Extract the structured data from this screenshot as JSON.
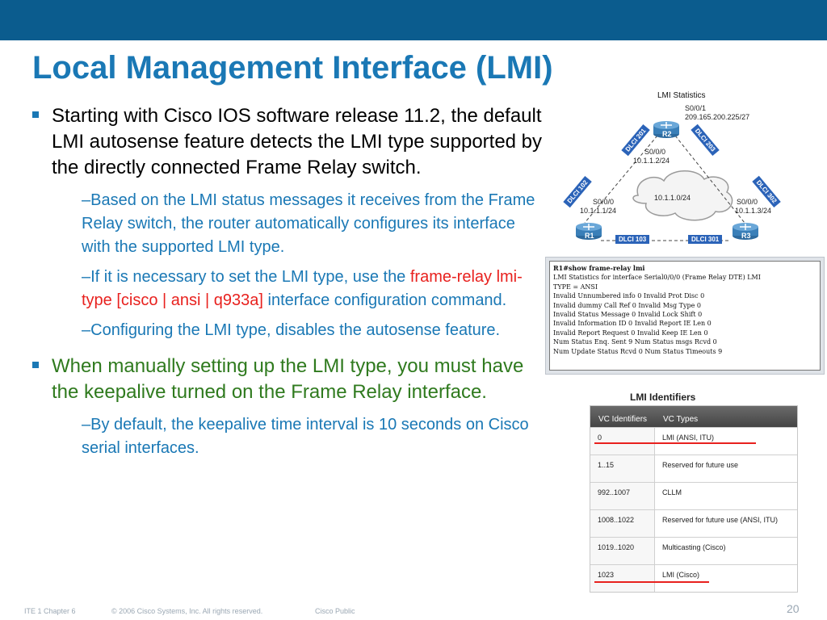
{
  "title": "Local Management Interface (LMI)",
  "bullets": {
    "b1": "Starting with Cisco IOS software release 11.2, the default LMI autosense feature detects the LMI type supported by the directly connected Frame Relay switch.",
    "b1_1": "–Based on the LMI status messages it receives from the Frame Relay switch, the router automatically configures its interface with the supported LMI type.",
    "b1_2_pre": "–If it is necessary to set the LMI type, use the ",
    "b1_2_cmd": "frame-relay lmi-type [cisco | ansi | q933a]",
    "b1_2_post": " interface configuration command.",
    "b1_3": "–Configuring the LMI type, disables the autosense feature.",
    "b2": "When manually setting up the LMI type, you must have the keepalive turned on the Frame Relay interface.",
    "b2_1": "–By default, the keepalive time interval is 10 seconds on Cisco serial interfaces."
  },
  "diagram": {
    "title": "LMI Statistics",
    "r2_iface": "S0/0/1",
    "r2_ip": "209.165.200.225/27",
    "r2_s000": "S0/0/0",
    "r2_s000_ip": "10.1.1.2/24",
    "cloud_net": "10.1.1.0/24",
    "r1_iface": "S0/0/0",
    "r1_ip": "10.1.1.1/24",
    "r3_iface": "S0/0/0",
    "r3_ip": "10.1.1.3/24",
    "r1": "R1",
    "r2": "R2",
    "r3": "R3",
    "dlci_201": "DLCI 201",
    "dlci_203": "DLCI 203",
    "dlci_102": "DLCI 102",
    "dlci_302": "DLCI 302",
    "dlci_103": "DLCI 103",
    "dlci_301": "DLCI 301"
  },
  "terminal": {
    "command": "R1#show frame-relay lmi",
    "output": "LMI Statistics for interface Serial0/0/0 (Frame Relay DTE) LMI\nTYPE = ANSI\nInvalid Unnumbered info 0 Invalid Prot Disc 0\nInvalid dummy Call Ref 0 Invalid Msg Type 0\nInvalid Status Message 0 Invalid Lock Shift 0\nInvalid Information ID 0 Invalid Report IE Len 0\nInvalid Report Request 0 Invalid Keep IE Len 0\nNum Status Enq. Sent 9 Num Status msgs Rcvd 0\nNum Update Status Rcvd 0 Num Status Timeouts 9"
  },
  "identifiers": {
    "title": "LMI Identifiers",
    "headers": [
      "VC Identifiers",
      "VC Types"
    ],
    "rows": [
      {
        "id": "0",
        "type": "LMI (ANSI, ITU)"
      },
      {
        "id": "1..15",
        "type": "Reserved for future use"
      },
      {
        "id": "992..1007",
        "type": "CLLM"
      },
      {
        "id": "1008..1022",
        "type": "Reserved for future use (ANSI, ITU)"
      },
      {
        "id": "1019..1020",
        "type": "Multicasting (Cisco)"
      },
      {
        "id": "1023",
        "type": "LMI (Cisco)"
      }
    ]
  },
  "footer": {
    "course": "ITE 1 Chapter 6",
    "copyright": "© 2006 Cisco Systems, Inc. All rights reserved.",
    "classification": "Cisco Public",
    "page": "20"
  },
  "colors": {
    "topbar": "#0b5c8e",
    "title": "#1a78b5",
    "sub_bullet": "#1a78b5",
    "green_bullet": "#2f7a1e",
    "command_red": "#e8211e",
    "dlci_blue": "#2b63b8",
    "router_blue": "#3a7fb8"
  }
}
